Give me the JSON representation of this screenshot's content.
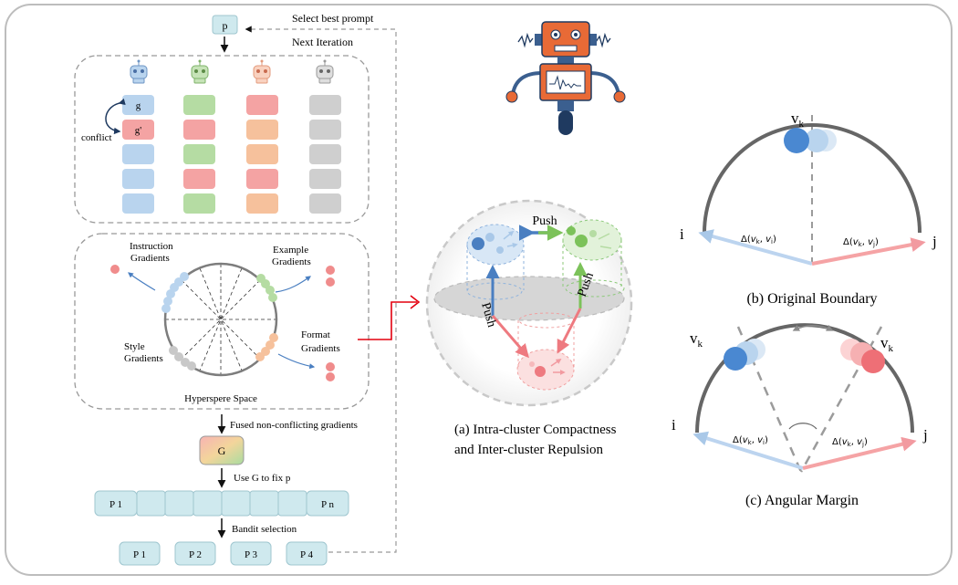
{
  "flow": {
    "top_prompt": "p",
    "select_best_prompt": "Select best prompt",
    "next_iteration": "Next Iteration",
    "grad_label_g": "g",
    "grad_label_g_prime": "g'",
    "conflict": "conflict",
    "instruction_gradients_1": "Instruction",
    "instruction_gradients_2": "Gradients",
    "example_gradients_1": "Example",
    "example_gradients_2": "Gradients",
    "format_gradients_1": "Format",
    "format_gradients_2": "Gradients",
    "style_gradients_1": "Style",
    "style_gradients_2": "Gradients",
    "hypersphere_space": "Hyperspere Space",
    "fused_label": "Fused non-conflicting gradients",
    "fused_box": "G",
    "use_g_label": "Use G to fix p",
    "prompt_first": "P 1",
    "prompt_last": "P n",
    "bandit_label": "Bandit selection",
    "candidates": [
      "P 1",
      "P 2",
      "P 3",
      "P 4"
    ]
  },
  "panel_a": {
    "push_top": "Push",
    "push_left": "Push",
    "push_right": "Push",
    "caption_line1": "(a) Intra-cluster Compactness",
    "caption_line2": "and Inter-cluster Repulsion"
  },
  "panel_b": {
    "vk": "v",
    "vk_sub": "k",
    "i_label": "i",
    "j_label": "j",
    "delta_i": "Δ(v",
    "delta_j": "Δ(v",
    "caption": "(b) Original Boundary"
  },
  "panel_c": {
    "vk_left": "v",
    "vk_right": "v",
    "vk_sub": "k",
    "i_label": "i",
    "j_label": "j",
    "caption": "(c) Angular Margin"
  },
  "colors": {
    "blue": "#b9d4ee",
    "green": "#b5dca3",
    "red": "#f4a3a3",
    "orange": "#f6c19c",
    "gray": "#cfcfcf",
    "prompt_box": "#cfe9ee",
    "arrow_red": "#e3000f"
  }
}
